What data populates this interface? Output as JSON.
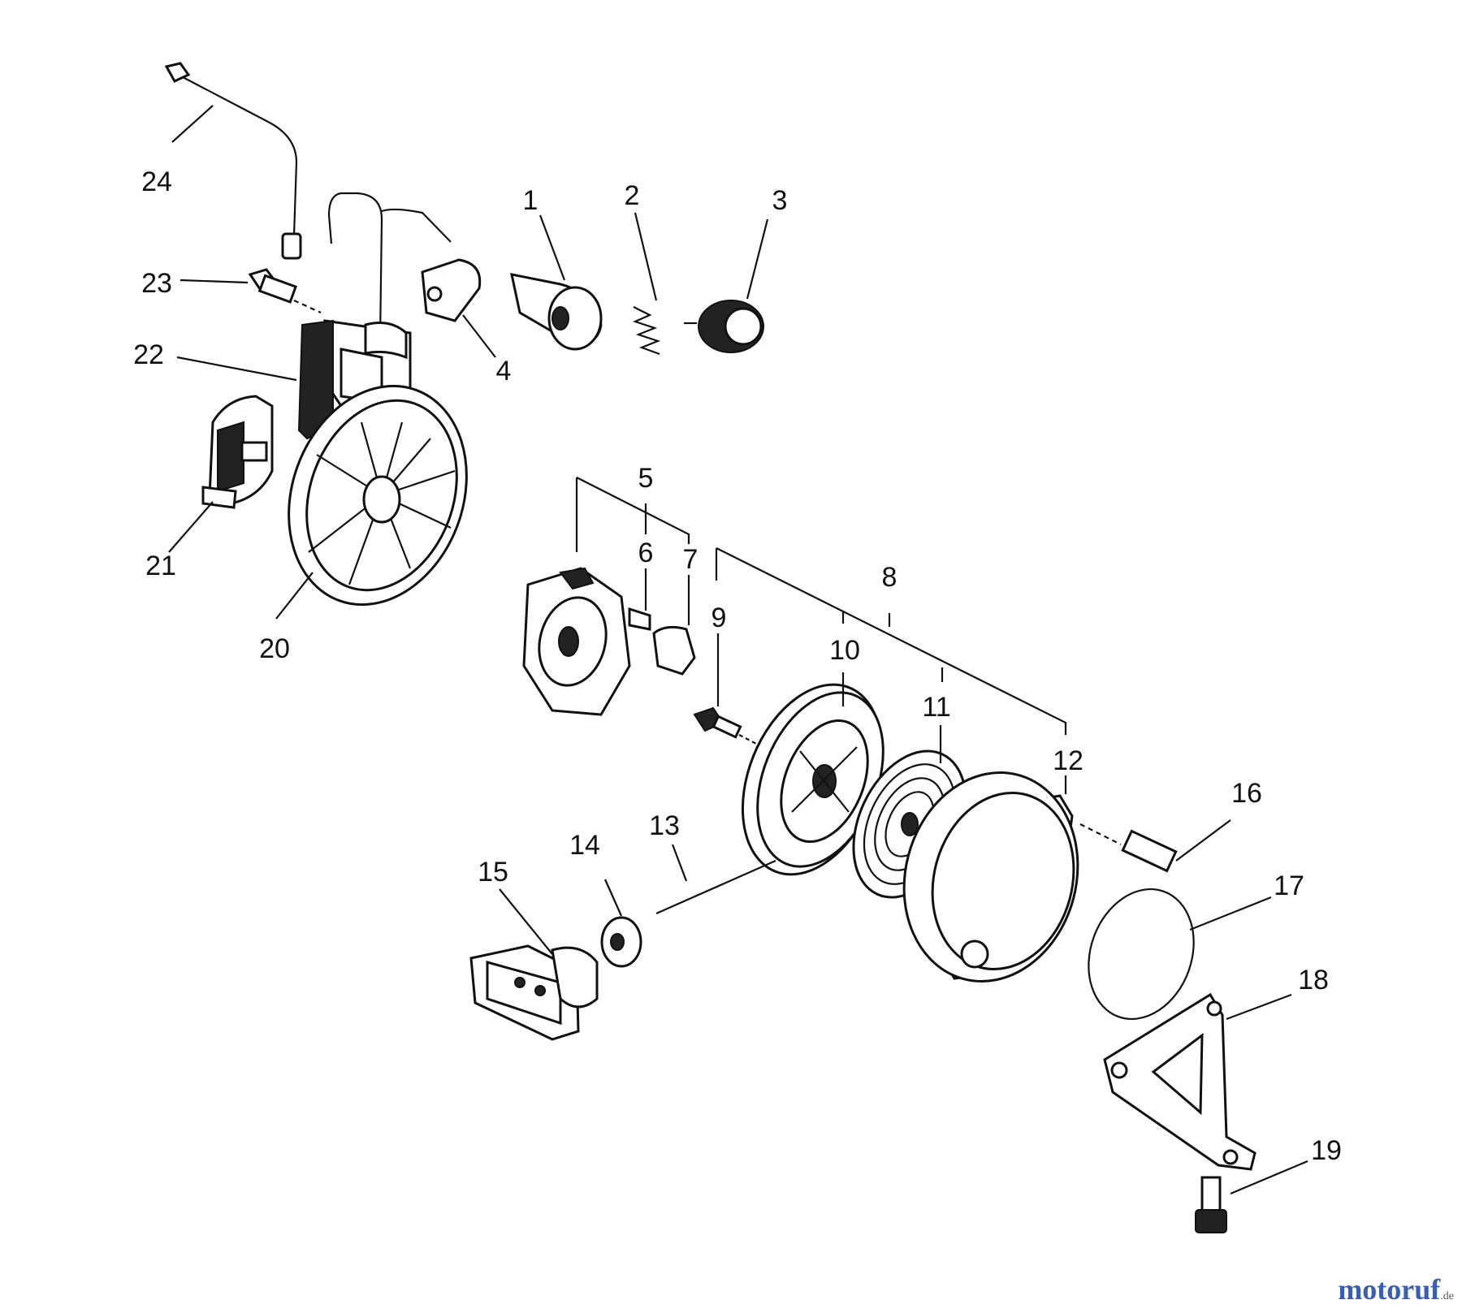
{
  "labels": {
    "p1": "1",
    "p2": "2",
    "p3": "3",
    "p4": "4",
    "p5": "5",
    "p6": "6",
    "p7": "7",
    "p8": "8",
    "p9": "9",
    "p10": "10",
    "p11": "11",
    "p12": "12",
    "p13": "13",
    "p14": "14",
    "p15": "15",
    "p16": "16",
    "p17": "17",
    "p18": "18",
    "p19": "19",
    "p20": "20",
    "p21": "21",
    "p22": "22",
    "p23": "23",
    "p24": "24"
  },
  "watermark": {
    "brand": "motoruf",
    "suffix": ".de",
    "color": "#3a5fb0"
  }
}
